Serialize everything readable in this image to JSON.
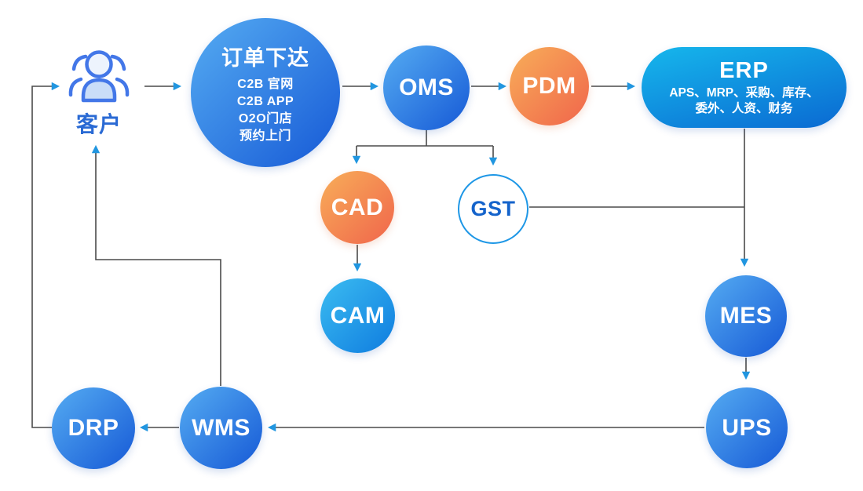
{
  "diagram": {
    "nodes": {
      "customer": {
        "label": "客户"
      },
      "order": {
        "title": "订单下达",
        "items": [
          "C2B 官网",
          "C2B APP",
          "O2O门店",
          "预约上门"
        ]
      },
      "oms": {
        "label": "OMS"
      },
      "pdm": {
        "label": "PDM"
      },
      "erp": {
        "title": "ERP",
        "subtitle_line1": "APS、MRP、采购、库存、",
        "subtitle_line2": "委外、人资、财务"
      },
      "cad": {
        "label": "CAD"
      },
      "gst": {
        "label": "GST"
      },
      "cam": {
        "label": "CAM"
      },
      "mes": {
        "label": "MES"
      },
      "ups": {
        "label": "UPS"
      },
      "wms": {
        "label": "WMS"
      },
      "drp": {
        "label": "DRP"
      }
    },
    "icons": {
      "customer_icon": "people-group-icon",
      "arrowheads": "triangle-arrow"
    },
    "colors": {
      "blue_start": "#55ACF2",
      "blue_end": "#1659D6",
      "cyan_start": "#3BBCF1",
      "cyan_end": "#0F7CDF",
      "orange_start": "#F8AE59",
      "orange_end": "#F0654B",
      "erp_start": "#16B7EC",
      "erp_end": "#0A69D2",
      "gst_border": "#1E97E6",
      "gst_text": "#1463CB",
      "customer_text": "#2A6AD4",
      "line": "#4A4A4A",
      "arrow": "#2196E0"
    }
  }
}
